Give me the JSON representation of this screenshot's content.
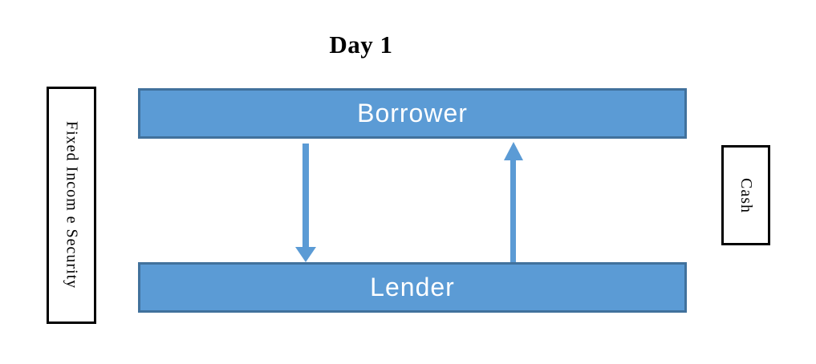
{
  "title": "Day 1",
  "diagram": {
    "boxes": {
      "borrower": "Borrower",
      "lender": "Lender"
    },
    "side_labels": {
      "left": "Fixed Incom e Security",
      "right": "Cash"
    },
    "arrows": [
      {
        "id": "security-transfer",
        "direction": "down",
        "from": "Borrower",
        "to": "Lender"
      },
      {
        "id": "cash-transfer",
        "direction": "up",
        "from": "Lender",
        "to": "Borrower"
      }
    ]
  },
  "colors": {
    "box-fill": "#5B9BD5",
    "box-border": "#41719C",
    "arrow": "#5B9BD5",
    "box-text": "#FFFFFF",
    "label-border": "#000000",
    "text": "#000000",
    "background": "#FFFFFF"
  }
}
